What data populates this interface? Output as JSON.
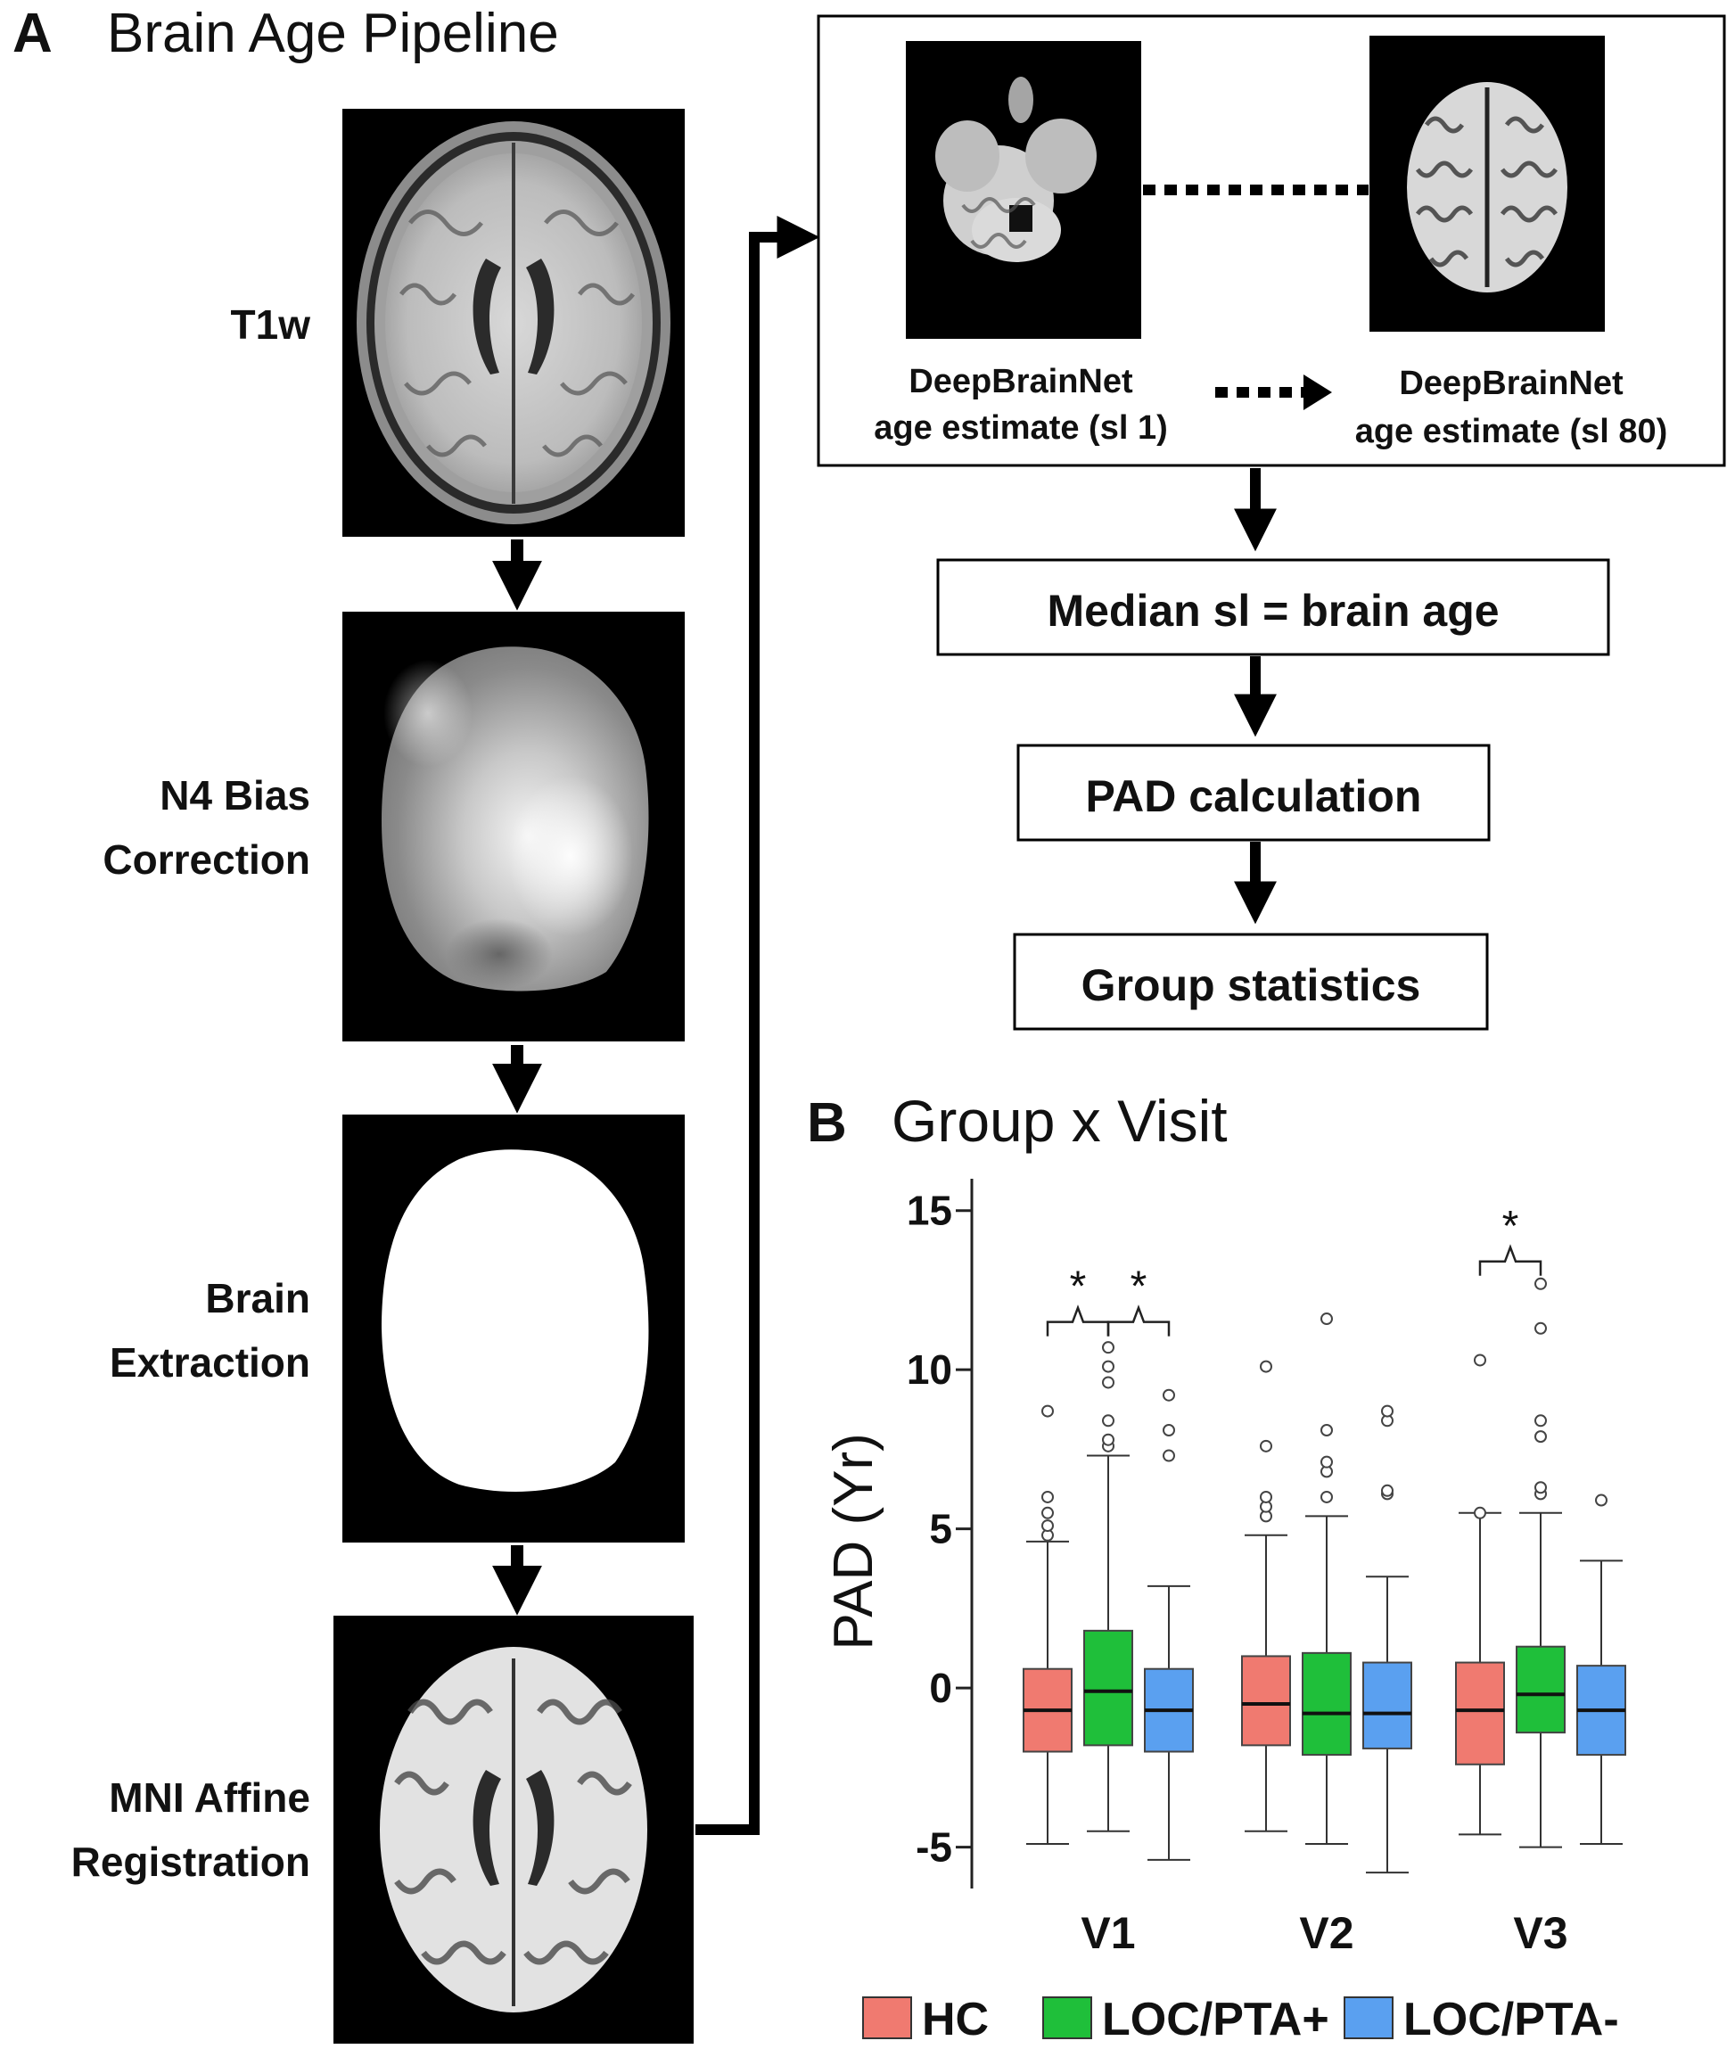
{
  "panel_a": {
    "letter": "A",
    "title": "Brain Age Pipeline",
    "steps": [
      {
        "lines": [
          "T1w"
        ]
      },
      {
        "lines": [
          "N4 Bias",
          "Correction"
        ]
      },
      {
        "lines": [
          "Brain",
          "Extraction"
        ]
      },
      {
        "lines": [
          "MNI Affine",
          "Registration"
        ]
      }
    ],
    "slice_first": {
      "lines": [
        "DeepBrainNet",
        "age estimate (sl 1)"
      ]
    },
    "slice_last": {
      "lines": [
        "DeepBrainNet",
        "age estimate (sl 80)"
      ]
    },
    "flow": [
      "Median sl = brain age",
      "PAD calculation",
      "Group statistics"
    ]
  },
  "panel_b": {
    "letter": "B",
    "title": "Group x Visit"
  },
  "colors": {
    "HC": "#f07a70",
    "LOC/PTA+": "#1fbf3a",
    "LOC/PTA-": "#5aa0f0"
  },
  "chart_data": {
    "type": "box",
    "ylabel": "PAD (Yr)",
    "ylim": [
      -6.3,
      16
    ],
    "yticks": [
      -5,
      0,
      5,
      10,
      15
    ],
    "categories": [
      "V1",
      "V2",
      "V3"
    ],
    "legend": [
      "HC",
      "LOC/PTA+",
      "LOC/PTA-"
    ],
    "legend_position": "bottom",
    "groups": [
      {
        "visit": "V1",
        "group": "HC",
        "q1": -2.0,
        "median": -0.7,
        "q3": 0.6,
        "whisker_low": -4.9,
        "whisker_high": 4.6,
        "outliers": [
          4.8,
          5.1,
          5.5,
          6.0,
          8.7
        ]
      },
      {
        "visit": "V1",
        "group": "LOC/PTA+",
        "q1": -1.8,
        "median": -0.1,
        "q3": 1.8,
        "whisker_low": -4.5,
        "whisker_high": 7.3,
        "outliers": [
          7.6,
          7.8,
          8.4,
          9.6,
          10.1,
          10.7
        ]
      },
      {
        "visit": "V1",
        "group": "LOC/PTA-",
        "q1": -2.0,
        "median": -0.7,
        "q3": 0.6,
        "whisker_low": -5.4,
        "whisker_high": 3.2,
        "outliers": [
          7.3,
          8.1,
          9.2
        ]
      },
      {
        "visit": "V2",
        "group": "HC",
        "q1": -1.8,
        "median": -0.5,
        "q3": 1.0,
        "whisker_low": -4.5,
        "whisker_high": 4.8,
        "outliers": [
          5.4,
          5.7,
          6.0,
          7.6,
          10.1
        ]
      },
      {
        "visit": "V2",
        "group": "LOC/PTA+",
        "q1": -2.1,
        "median": -0.8,
        "q3": 1.1,
        "whisker_low": -4.9,
        "whisker_high": 5.4,
        "outliers": [
          6.0,
          6.8,
          7.1,
          8.1,
          11.6
        ]
      },
      {
        "visit": "V2",
        "group": "LOC/PTA-",
        "q1": -1.9,
        "median": -0.8,
        "q3": 0.8,
        "whisker_low": -5.8,
        "whisker_high": 3.5,
        "outliers": [
          6.1,
          6.2,
          8.4,
          8.7
        ]
      },
      {
        "visit": "V3",
        "group": "HC",
        "q1": -2.4,
        "median": -0.7,
        "q3": 0.8,
        "whisker_low": -4.6,
        "whisker_high": 5.5,
        "outliers": [
          5.5,
          10.3
        ]
      },
      {
        "visit": "V3",
        "group": "LOC/PTA+",
        "q1": -1.4,
        "median": -0.2,
        "q3": 1.3,
        "whisker_low": -5.0,
        "whisker_high": 5.5,
        "outliers": [
          6.1,
          6.3,
          7.9,
          8.4,
          11.3,
          12.7
        ]
      },
      {
        "visit": "V3",
        "group": "LOC/PTA-",
        "q1": -2.1,
        "median": -0.7,
        "q3": 0.7,
        "whisker_low": -4.9,
        "whisker_high": 4.0,
        "outliers": [
          5.9
        ]
      }
    ],
    "annotations": [
      {
        "text": "*",
        "visit": "V1",
        "from": "HC",
        "to": "LOC/PTA+",
        "y": 11.5
      },
      {
        "text": "*",
        "visit": "V1",
        "from": "LOC/PTA+",
        "to": "LOC/PTA-",
        "y": 11.5
      },
      {
        "text": "*",
        "visit": "V3",
        "from": "HC",
        "to": "LOC/PTA+",
        "y": 13.4
      }
    ]
  }
}
